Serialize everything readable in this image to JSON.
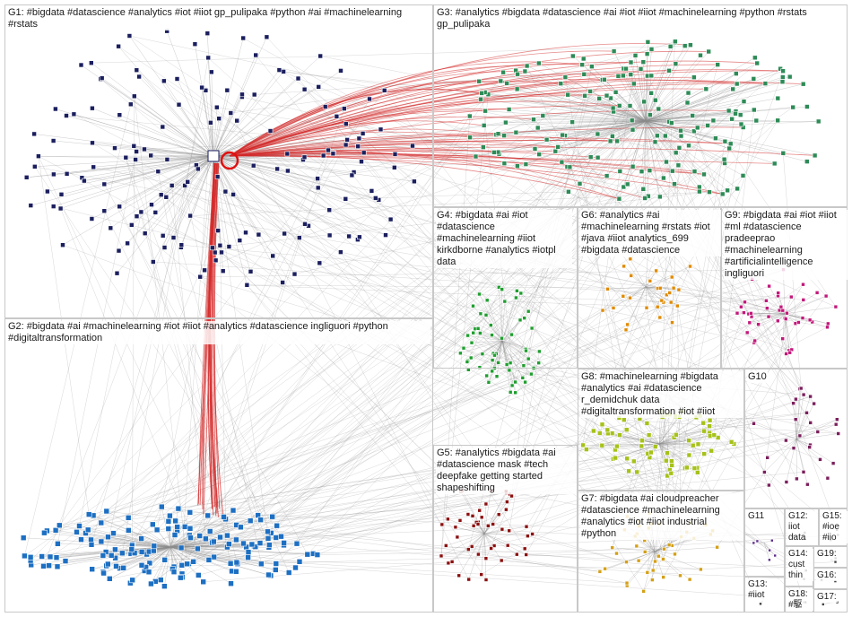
{
  "graph": {
    "colors": {
      "edge_gray": "#8c8c8c",
      "edge_red": "#d42a2a",
      "hub_ring": "#e01010"
    },
    "groups": [
      {
        "id": "G1",
        "label": "G1: #bigdata #datascience #analytics #iot #iiot gp_pulipaka #python #ai #machinelearning #rstats",
        "node_color": "#1b1f5e"
      },
      {
        "id": "G3",
        "label": "G3: #analytics #bigdata #datascience #ai #iot #iiot #machinelearning #python #rstats gp_pulipaka",
        "node_color": "#2e8b57"
      },
      {
        "id": "G4",
        "label": "G4: #bigdata #ai #iot #datascience #machinelearning #iiot kirkdborne #analytics #iotpl data",
        "node_color": "#1f9e2f"
      },
      {
        "id": "G6",
        "label": "G6: #analytics #ai #machinelearning #rstats #iot #java #iiot analytics_699 #bigdata #datascience",
        "node_color": "#e08a00"
      },
      {
        "id": "G9",
        "label": "G9: #bigdata #ai #iot #iiot #ml #datascience pradeeprao #machinelearning #artificialintelligence ingliguori",
        "node_color": "#c2187a"
      },
      {
        "id": "G2",
        "label": "G2: #bigdata #ai #machinelearning #iot #iiot #analytics #datascience ingliguori #python #digitaltransformation",
        "node_color": "#1d6fc2"
      },
      {
        "id": "G8",
        "label": "G8: #machinelearning #bigdata #analytics #ai #datascience r_demidchuk data #digitaltransformation #iot #iiot",
        "node_color": "#a6c21a"
      },
      {
        "id": "G10",
        "label": "G10",
        "node_color": "#7a1f5c"
      },
      {
        "id": "G5",
        "label": "G5: #analytics #bigdata #ai #datascience mask #tech deepfake getting started shapeshifting",
        "node_color": "#8b1010"
      },
      {
        "id": "G7",
        "label": "G7: #bigdata #ai cloudpreacher #datascience #machinelearning #analytics #iot #iiot industrial #python",
        "node_color": "#d4a017"
      },
      {
        "id": "G11",
        "label": "G11",
        "node_color": "#5b2c8a"
      },
      {
        "id": "G12",
        "label": "G12: iiot data",
        "node_color": "#444444"
      },
      {
        "id": "G15",
        "label": "G15: #ioe #iio",
        "node_color": "#444444"
      },
      {
        "id": "G14",
        "label": "G14: cust thin",
        "node_color": "#444444"
      },
      {
        "id": "G19",
        "label": "G19:",
        "node_color": "#444444"
      },
      {
        "id": "G13",
        "label": "G13: #iiot",
        "node_color": "#444444"
      },
      {
        "id": "G16",
        "label": "G16:",
        "node_color": "#444444"
      },
      {
        "id": "G18",
        "label": "G18: #駆",
        "node_color": "#444444"
      },
      {
        "id": "G17",
        "label": "G17:",
        "node_color": "#444444"
      }
    ]
  }
}
